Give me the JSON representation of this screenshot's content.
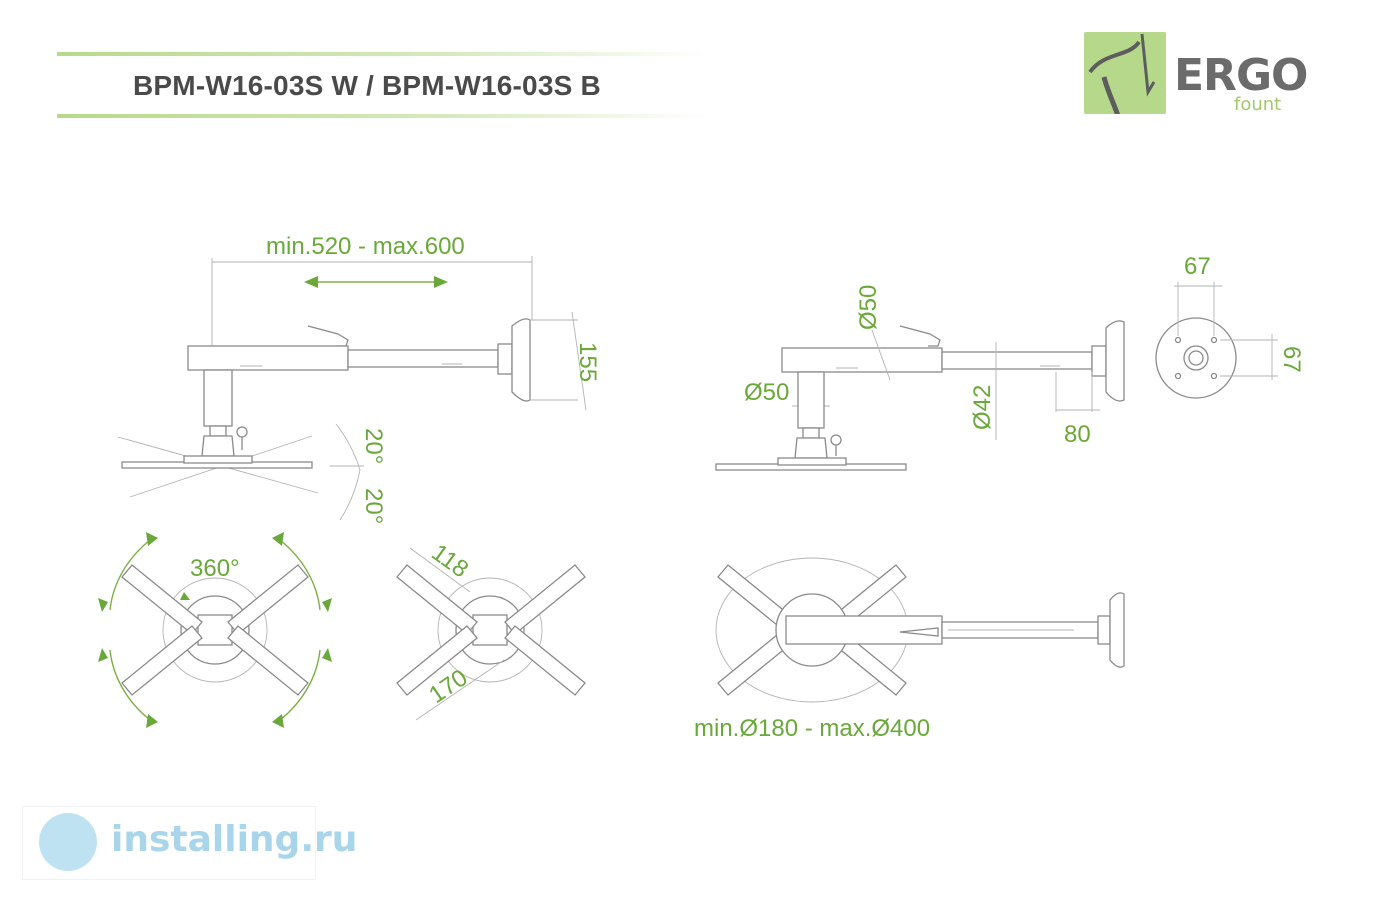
{
  "header": {
    "title": "BPM-W16-03S W / BPM-W16-03S B"
  },
  "logo": {
    "brand": "ERGO",
    "subbrand": "fount"
  },
  "watermark": {
    "text": "installing.ru"
  },
  "dimensions": {
    "extension_range": "min.520 - max.600",
    "wall_plate_height": "155",
    "tilt_up": "20°",
    "tilt_down": "20°",
    "rotation": "360°",
    "arm_short": "118",
    "arm_long": "170",
    "tube_outer_diameter_top": "Ø50",
    "tube_outer_diameter_side": "Ø50",
    "tube_inner_diameter": "Ø42",
    "tube_offset": "80",
    "plate_width": "67",
    "plate_height": "67",
    "bracket_range": "min.Ø180 - max.Ø400"
  },
  "colors": {
    "accent": "#6aa83a",
    "line": "#8a8a8a",
    "title": "#4a4a4a",
    "logo_green": "#b5d88a"
  }
}
